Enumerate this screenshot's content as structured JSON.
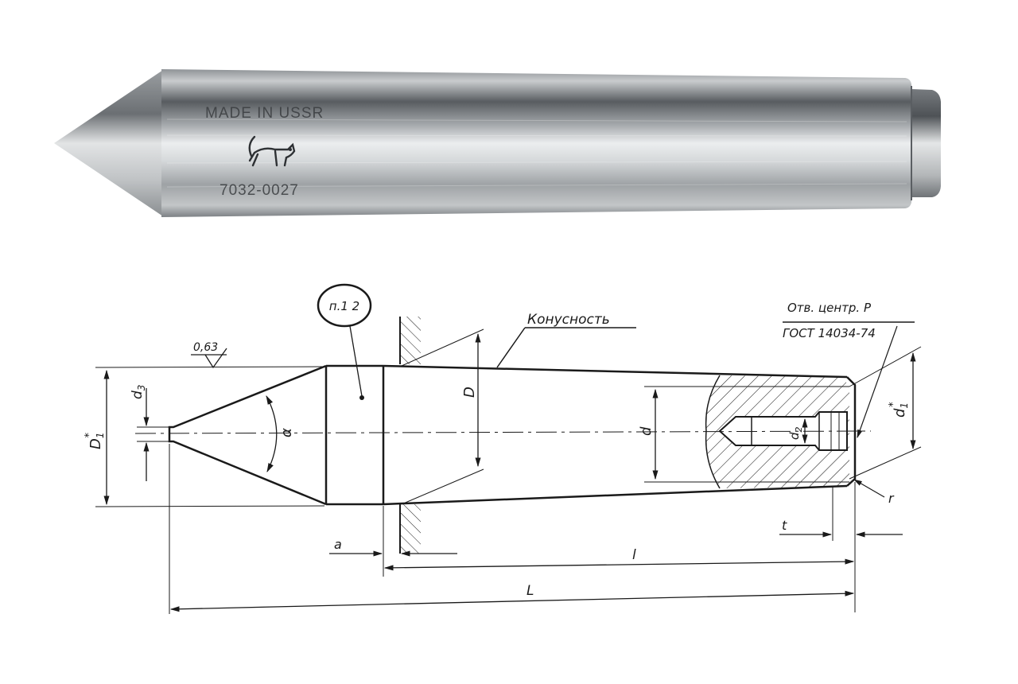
{
  "photo": {
    "stamp_top": "MADE IN USSR",
    "stamp_bottom": "7032-0027",
    "logo_icon": "cat-logo-icon"
  },
  "drawing": {
    "callout_ref": "п.1 2",
    "taper_label": "Конусность",
    "center_hole_line1": "Отв. центр. Р",
    "center_hole_line2": "ГОСТ 14034-74",
    "roughness": "0,63",
    "dim_D1": "D",
    "dim_D1_sup": "*",
    "dim_D1_sub": "1",
    "dim_d3": "d",
    "dim_d3_sub": "3",
    "dim_alpha": "α",
    "dim_D": "D",
    "dim_d": "d",
    "dim_d2": "d",
    "dim_d2_sub": "2",
    "dim_d1": "d",
    "dim_d1_sup": "*",
    "dim_d1_sub": "1",
    "dim_r": "r",
    "dim_t": "t",
    "dim_a": "a",
    "dim_l": "l",
    "dim_L": "L"
  }
}
